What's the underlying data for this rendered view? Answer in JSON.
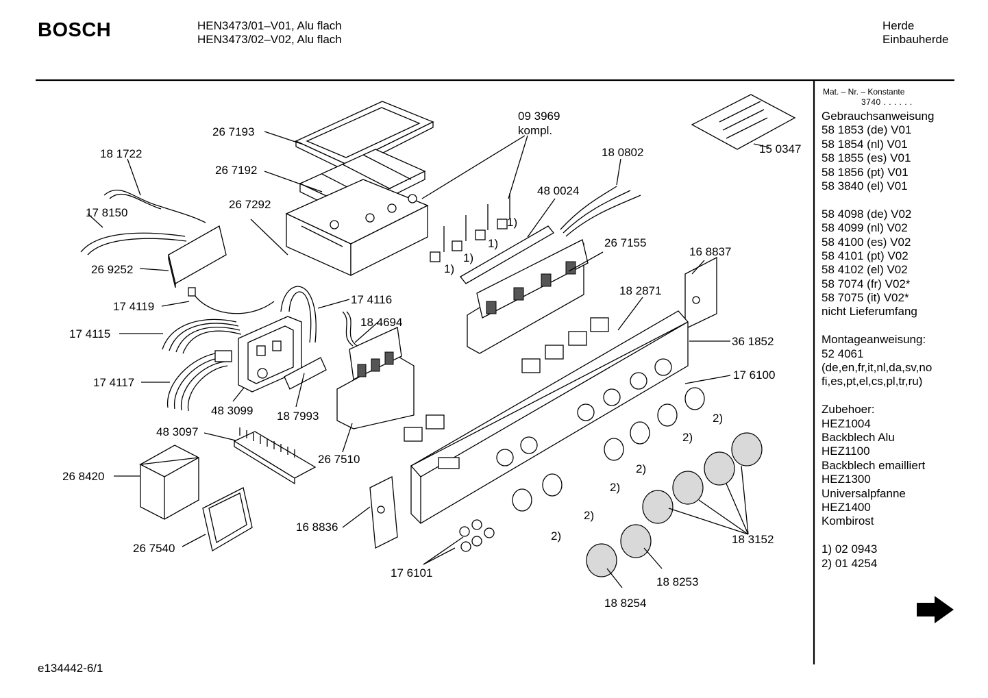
{
  "header": {
    "brand": "BOSCH",
    "models": [
      "HEN3473/01–V01, Alu flach",
      "HEN3473/02–V02, Alu flach"
    ],
    "category": [
      "Herde",
      "Einbauherde"
    ]
  },
  "sidebar": {
    "mat_nr_label": "Mat. – Nr. – Konstante",
    "mat_nr_value": "3740 . . . . . .",
    "lines": [
      "Gebrauchsanweisung",
      "58 1853 (de) V01",
      "58 1854 (nl) V01",
      "58 1855 (es) V01",
      "58 1856 (pt) V01",
      "58 3840 (el) V01",
      "",
      "58 4098 (de) V02",
      "58 4099 (nl) V02",
      "58 4100 (es) V02",
      "58 4101 (pt) V02",
      "58 4102 (el) V02",
      "58 7074 (fr) V02*",
      "58 7075 (it) V02*",
      "nicht Lieferumfang",
      "",
      "Montageanweisung:",
      "52 4061",
      "(de,en,fr,it,nl,da,sv,no",
      "fi,es,pt,el,cs,pl,tr,ru)",
      "",
      "Zubehoer:",
      "HEZ1004",
      "Backblech Alu",
      "HEZ1100",
      "Backblech emailliert",
      "HEZ1300",
      "Universalpfanne",
      "HEZ1400",
      "Kombirost",
      "",
      "1) 02 0943",
      "2) 01 4254"
    ],
    "next_icon": "arrow-right-icon"
  },
  "diagram": {
    "labels": [
      "26 7193",
      "09 3969",
      "kompl.",
      "18 1722",
      "26 7192",
      "18 0802",
      "15 0347",
      "26 7292",
      "48 0024",
      "17 8150",
      "26 7155",
      "1)",
      "1)",
      "1)",
      "1)",
      "16 8837",
      "26 9252",
      "17 4119",
      "17 4116",
      "18 2871",
      "18 4694",
      "17 4115",
      "36 1852",
      "17 6100",
      "17 4117",
      "48 3099",
      "18 7993",
      "2)",
      "48 3097",
      "2)",
      "26 7510",
      "26 8420",
      "2)",
      "2)",
      "16 8836",
      "2)",
      "2)",
      "26 7540",
      "18 3152",
      "17 6101",
      "18 8253",
      "18 8254"
    ]
  },
  "footer": {
    "code": "e134442-6/1"
  }
}
